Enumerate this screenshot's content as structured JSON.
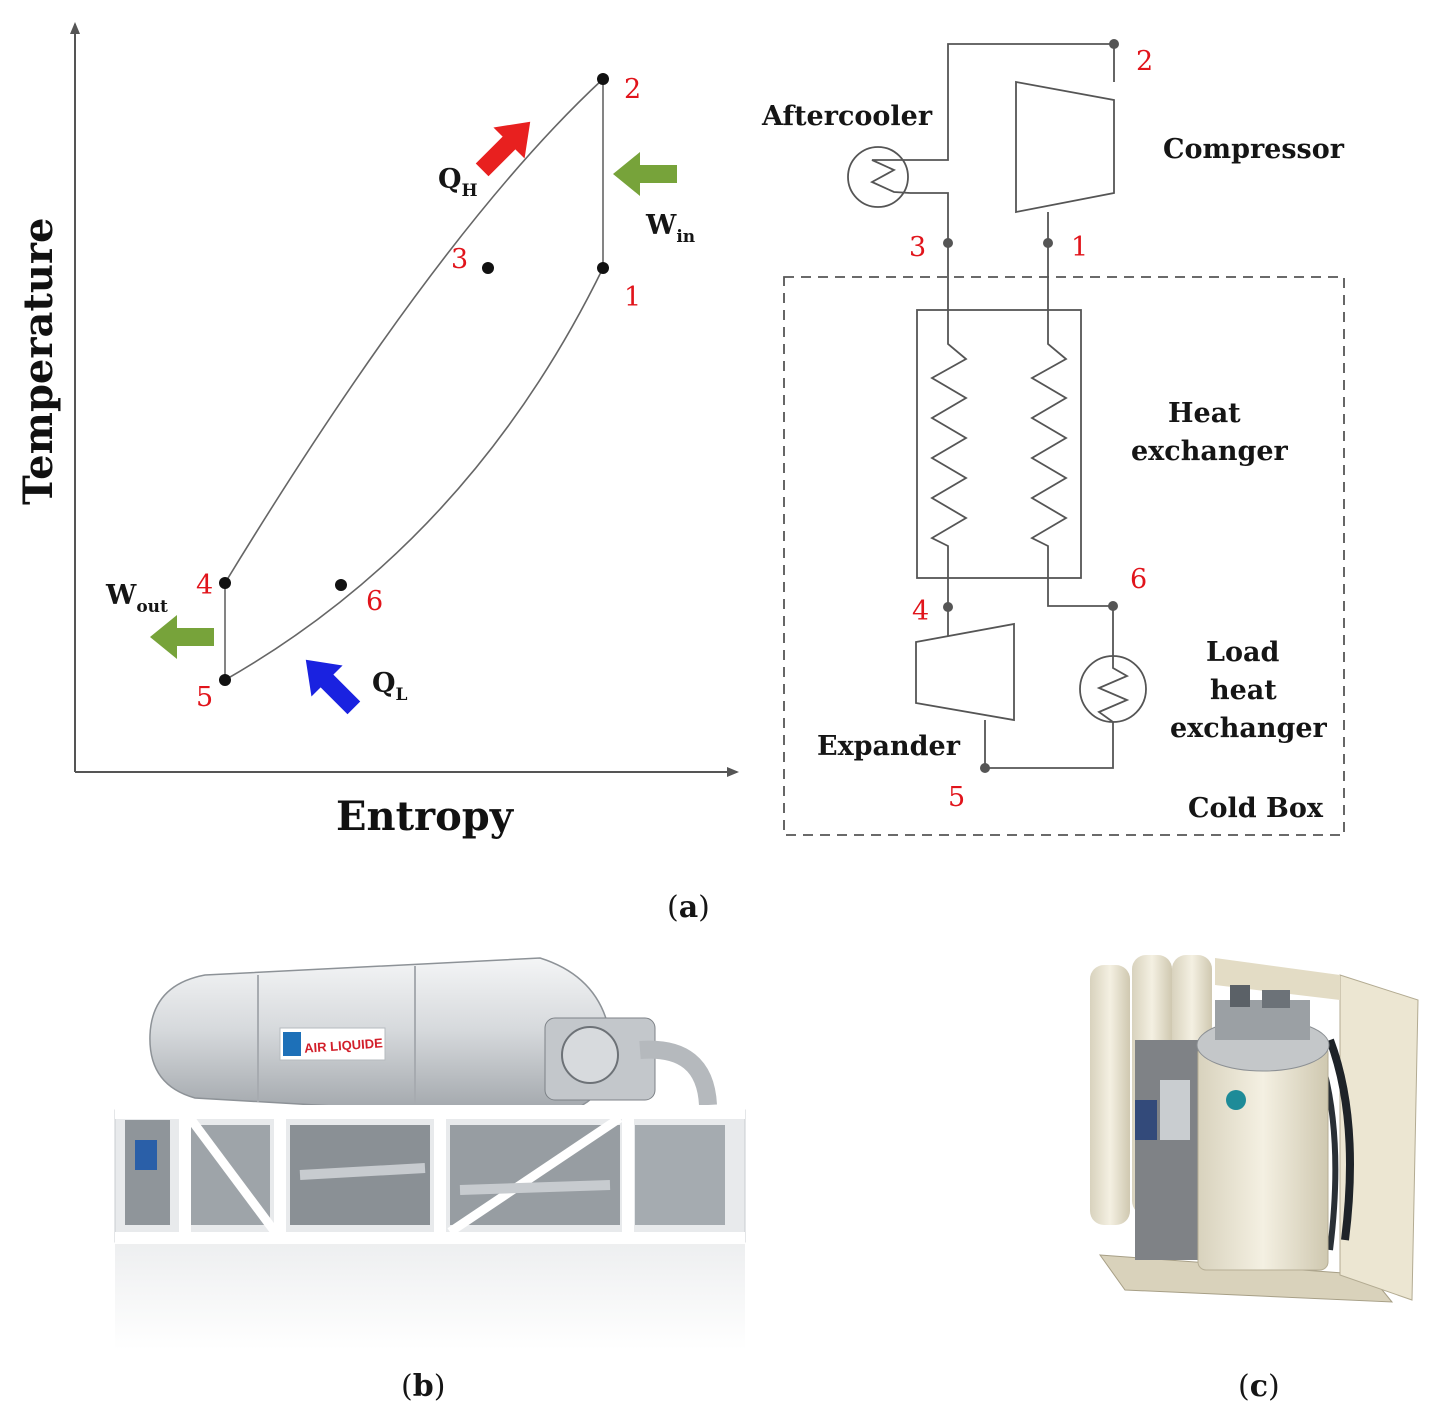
{
  "ts_diagram": {
    "y_axis_label": "Temperature",
    "x_axis_label": "Entropy",
    "points": [
      "1",
      "2",
      "3",
      "4",
      "5",
      "6"
    ],
    "q_h": {
      "base": "Q",
      "sub": "H"
    },
    "q_l": {
      "base": "Q",
      "sub": "L"
    },
    "w_in": {
      "base": "W",
      "sub": "in"
    },
    "w_out": {
      "base": "W",
      "sub": "out"
    },
    "colors": {
      "heat_rejected": "#e8201f",
      "heat_absorbed": "#1a22e0",
      "work": "#77a33a",
      "point_label": "#e1141b"
    }
  },
  "schematic": {
    "aftercooler": "Aftercooler",
    "compressor": "Compressor",
    "heat_exchanger": [
      "Heat",
      "exchanger"
    ],
    "load_heat_exchanger": [
      "Load",
      "heat",
      "exchanger"
    ],
    "expander": "Expander",
    "cold_box": "Cold Box",
    "nodes": [
      "1",
      "2",
      "3",
      "4",
      "5",
      "6"
    ]
  },
  "photo_b": {
    "logo_text": "AIR LIQUIDE"
  },
  "captions": {
    "a": "a",
    "b": "b",
    "c": "c"
  }
}
